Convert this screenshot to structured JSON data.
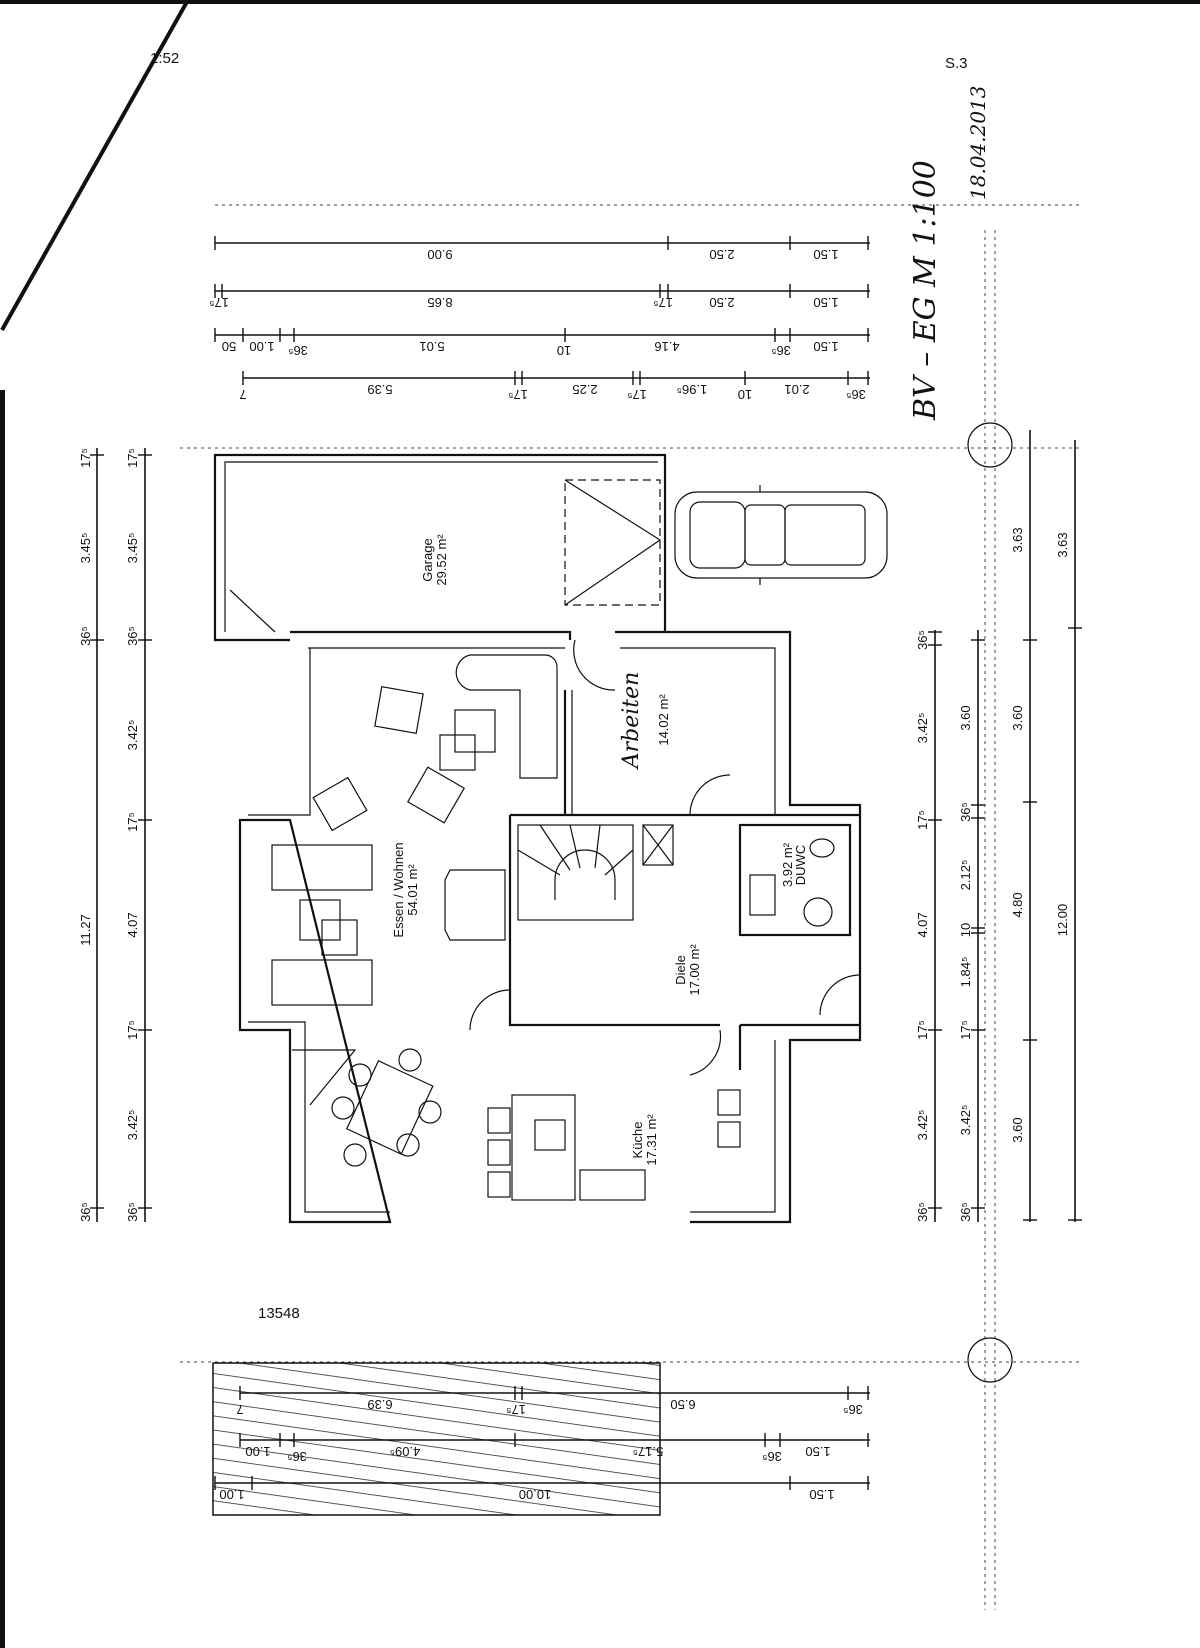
{
  "header": {
    "fax_time": "1:52",
    "page_number": "S.3",
    "handwritten_title": "BV –  EG M 1:100",
    "handwritten_date": "18.04.2013",
    "drawing_number": "13548"
  },
  "rooms": {
    "garage": {
      "name": "Garage",
      "area": "29.52 m²"
    },
    "arbeiten": {
      "name": "Arbeiten",
      "area": "14.02 m²"
    },
    "essen_wohnen": {
      "name": "Essen / Wohnen",
      "area": "54.01 m²"
    },
    "duwc": {
      "name": "DUWC",
      "area": "3.92 m²"
    },
    "diele": {
      "name": "Diele",
      "area": "17.00 m²"
    },
    "kueche": {
      "name": "Küche",
      "area": "17.31 m²"
    }
  },
  "dimensions": {
    "top_row1": [
      "9.00",
      "2.50",
      "1.50"
    ],
    "top_row2": [
      "17⁵",
      "8.65",
      "17⁵",
      "2.50",
      "1.50"
    ],
    "top_row3": [
      "50",
      "1.00",
      "36⁵",
      "5.01",
      "10",
      "4.16",
      "36⁵",
      "1.50"
    ],
    "top_row4": [
      "7",
      "5.39",
      "17⁵",
      "2.25",
      "17⁵",
      "1.96⁵",
      "10",
      "2.01",
      "36⁵"
    ],
    "left_col1": [
      "17⁵",
      "3.45⁵",
      "36⁵",
      "11.27",
      "36⁵"
    ],
    "left_col2": [
      "17⁵",
      "3.45⁵",
      "36⁵",
      "3.42⁵",
      "17⁵",
      "4.07",
      "17⁵",
      "3.42⁵",
      "36⁵"
    ],
    "right_col1": [
      "36⁵",
      "3.42⁵",
      "17⁵",
      "4.07",
      "17⁵",
      "3.42⁵",
      "36⁵"
    ],
    "right_col2": [
      "3.60",
      "36⁵",
      "2.12⁵",
      "10",
      "1.84⁵",
      "17⁵",
      "3.42⁵",
      "36⁵"
    ],
    "right_col3": [
      "3.63",
      "3.60",
      "4.80",
      "3.60"
    ],
    "right_col4": [
      "3.63",
      "12.00"
    ],
    "bottom_row1": [
      "7",
      "6.39",
      "17⁵",
      "6.50",
      "36⁵"
    ],
    "bottom_row2": [
      "1.00",
      "36⁵",
      "4.09⁵",
      "5.17⁵",
      "36⁵",
      "1.50"
    ],
    "bottom_row3": [
      "1.00",
      "10.00",
      "1.50"
    ]
  }
}
